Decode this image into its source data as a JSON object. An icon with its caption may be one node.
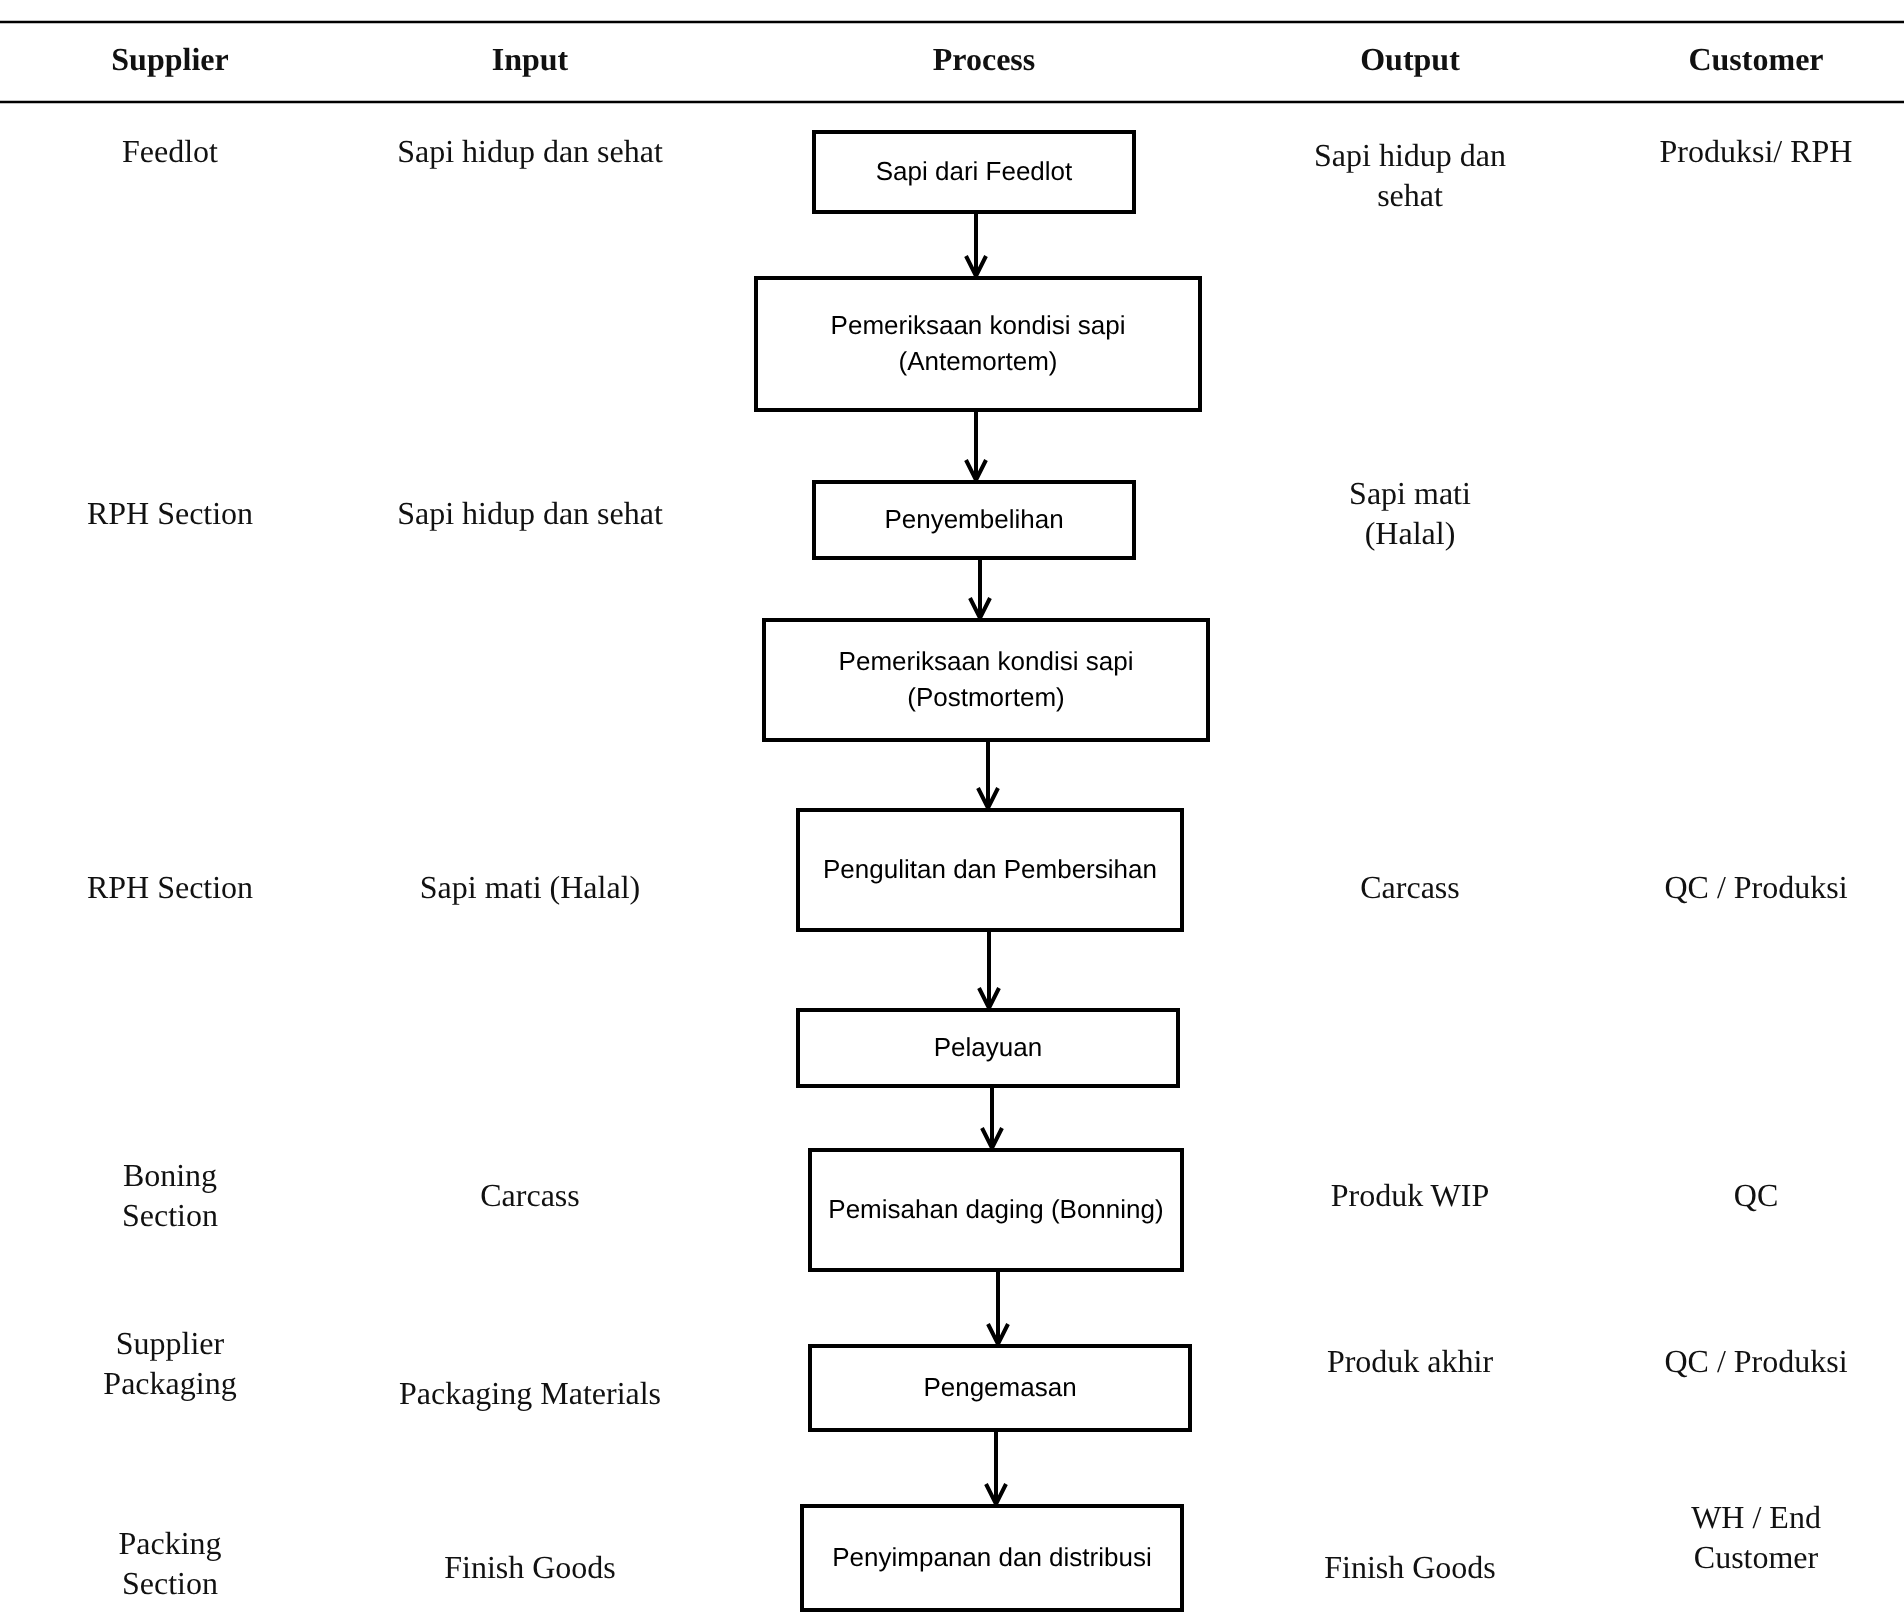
{
  "diagram": {
    "nodes": [
      {
        "text": [
          "Sapi dari Feedlot"
        ]
      },
      {
        "text": [
          "Pemeriksaan kondisi sapi (Antemortem)"
        ]
      },
      {
        "text": [
          "Penyembelihan"
        ]
      },
      {
        "text": [
          "Pemeriksaan kondisi sapi (Postmortem)"
        ]
      },
      {
        "text": [
          "Pengulitan dan Pembersihan"
        ]
      },
      {
        "text": [
          "Pelayuan"
        ]
      },
      {
        "text": [
          "Pemisahan daging (Bonning)"
        ]
      },
      {
        "text": [
          "Pengemasan"
        ]
      },
      {
        "text": [
          "Penyimpanan dan distribusi"
        ]
      }
    ],
    "edges": [
      {
        "from": 0,
        "to": 1,
        "arrow": "to"
      },
      {
        "from": 1,
        "to": 2,
        "arrow": "to"
      },
      {
        "from": 2,
        "to": 3,
        "arrow": "to"
      },
      {
        "from": 3,
        "to": 4,
        "arrow": "to"
      },
      {
        "from": 4,
        "to": 5,
        "arrow": "to"
      },
      {
        "from": 5,
        "to": 6,
        "arrow": "to"
      },
      {
        "from": 6,
        "to": 7,
        "arrow": "to"
      },
      {
        "from": 7,
        "to": 8,
        "arrow": "to"
      }
    ],
    "labels": [
      "Supplier",
      "Input",
      "Process",
      "Output",
      "Customer",
      "Feedlot",
      "Sapi hidup dan sehat",
      "Sapi hidup dan sehat",
      "Produksi/ RPH",
      "RPH Section",
      "Sapi hidup dan sehat",
      "Sapi mati (Halal)",
      "RPH Section",
      "Sapi mati (Halal)",
      "Carcass",
      "QC / Produksi",
      "Boning Section",
      "Carcass",
      "Produk WIP",
      "QC",
      "Supplier Packaging",
      "Packaging Materials",
      "Produk akhir",
      "QC / Produksi",
      "Packing Section",
      "Finish Goods",
      "Finish Goods",
      "WH / End Customer"
    ]
  }
}
